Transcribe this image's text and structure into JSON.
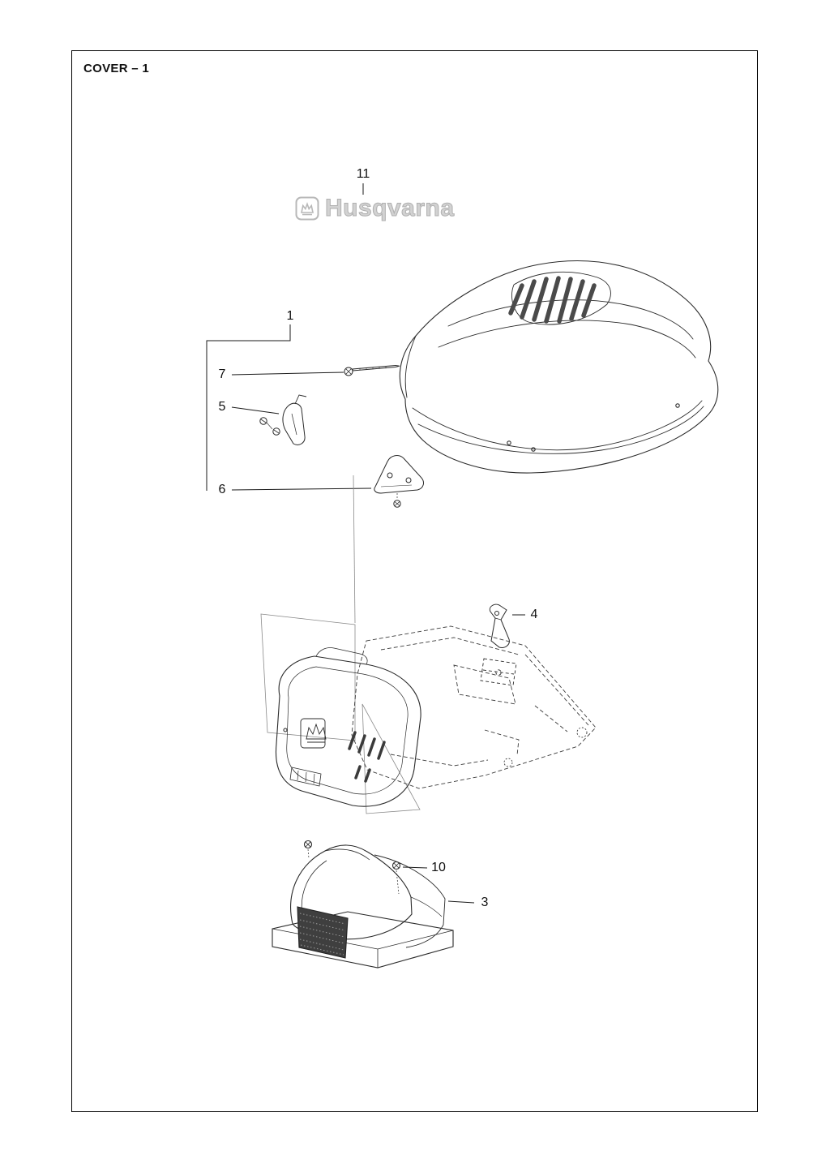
{
  "page": {
    "title": "COVER – 1"
  },
  "logo": {
    "brand": "Husqvarna"
  },
  "callouts": {
    "item11": "11",
    "item1": "1",
    "item7": "7",
    "item5": "5",
    "item6": "6",
    "item4": "4",
    "item10": "10",
    "item3": "3"
  },
  "colors": {
    "line": "#2b2b2b",
    "frame": "#000000",
    "logo_gray": "#b8b8b8",
    "grille_dark": "#3f3f3f",
    "background": "#ffffff"
  }
}
